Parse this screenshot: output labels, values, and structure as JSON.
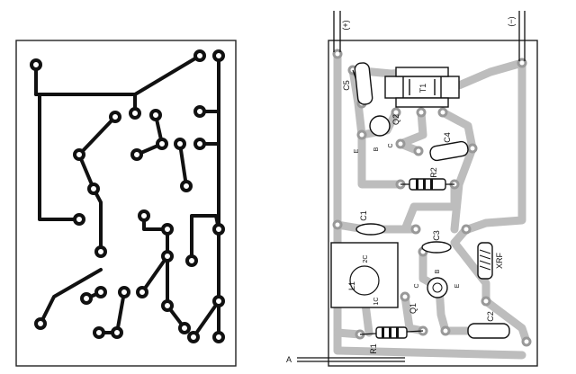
{
  "figure": {
    "left_panel": "copper-trace-layout",
    "right_panel": "component-placement-layout"
  },
  "colors": {
    "trace_dark": "#111111",
    "trace_light": "#bdbdbd",
    "board_edge": "#222222",
    "pad_fill": "#ffffff"
  },
  "terminals": {
    "positive": "(+)",
    "negative": "(−)",
    "antenna": "A"
  },
  "components": {
    "c5": "C5",
    "t1": "T1",
    "q2": "Q2",
    "c4": "C4",
    "r2": "R2",
    "c1": "C1",
    "c3": "C3",
    "xrf": "XRF",
    "l1": "L1",
    "q1": "Q1",
    "c2": "C2",
    "r1": "R1",
    "tap_1c": "1C",
    "tap_2c": "2C"
  },
  "pins": {
    "q2_e": "E",
    "q2_b": "B",
    "q2_c": "C",
    "q1_c": "C",
    "q1_b": "B",
    "q1_e": "E"
  }
}
